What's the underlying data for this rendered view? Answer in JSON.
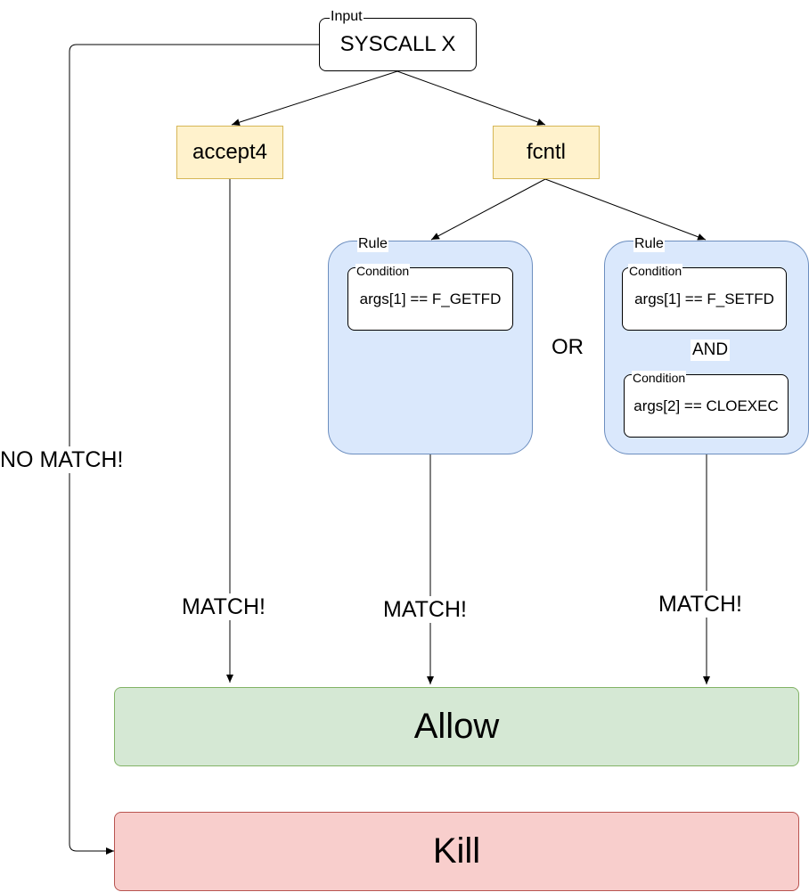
{
  "input": {
    "label": "Input",
    "value": "SYSCALL X"
  },
  "syscalls": {
    "accept4": "accept4",
    "fcntl": "fcntl"
  },
  "rule_left": {
    "label": "Rule",
    "condition": {
      "label": "Condition",
      "expr": "args[1] == F_GETFD"
    }
  },
  "rule_right": {
    "label": "Rule",
    "condition1": {
      "label": "Condition",
      "expr": "args[1] == F_SETFD"
    },
    "and_label": "AND",
    "condition2": {
      "label": "Condition",
      "expr": "args[2] == CLOEXEC"
    }
  },
  "or_label": "OR",
  "match_labels": [
    "MATCH!",
    "MATCH!",
    "MATCH!"
  ],
  "no_match_label": "NO MATCH!",
  "allow": "Allow",
  "kill": "Kill",
  "colors": {
    "syscall_fill": "#fff2cc",
    "syscall_stroke": "#d6b656",
    "rule_fill": "#dae8fc",
    "rule_stroke": "#6c8ebf",
    "allow_fill": "#d5e8d4",
    "allow_stroke": "#82b366",
    "kill_fill": "#f8cecc",
    "kill_stroke": "#b85450"
  }
}
